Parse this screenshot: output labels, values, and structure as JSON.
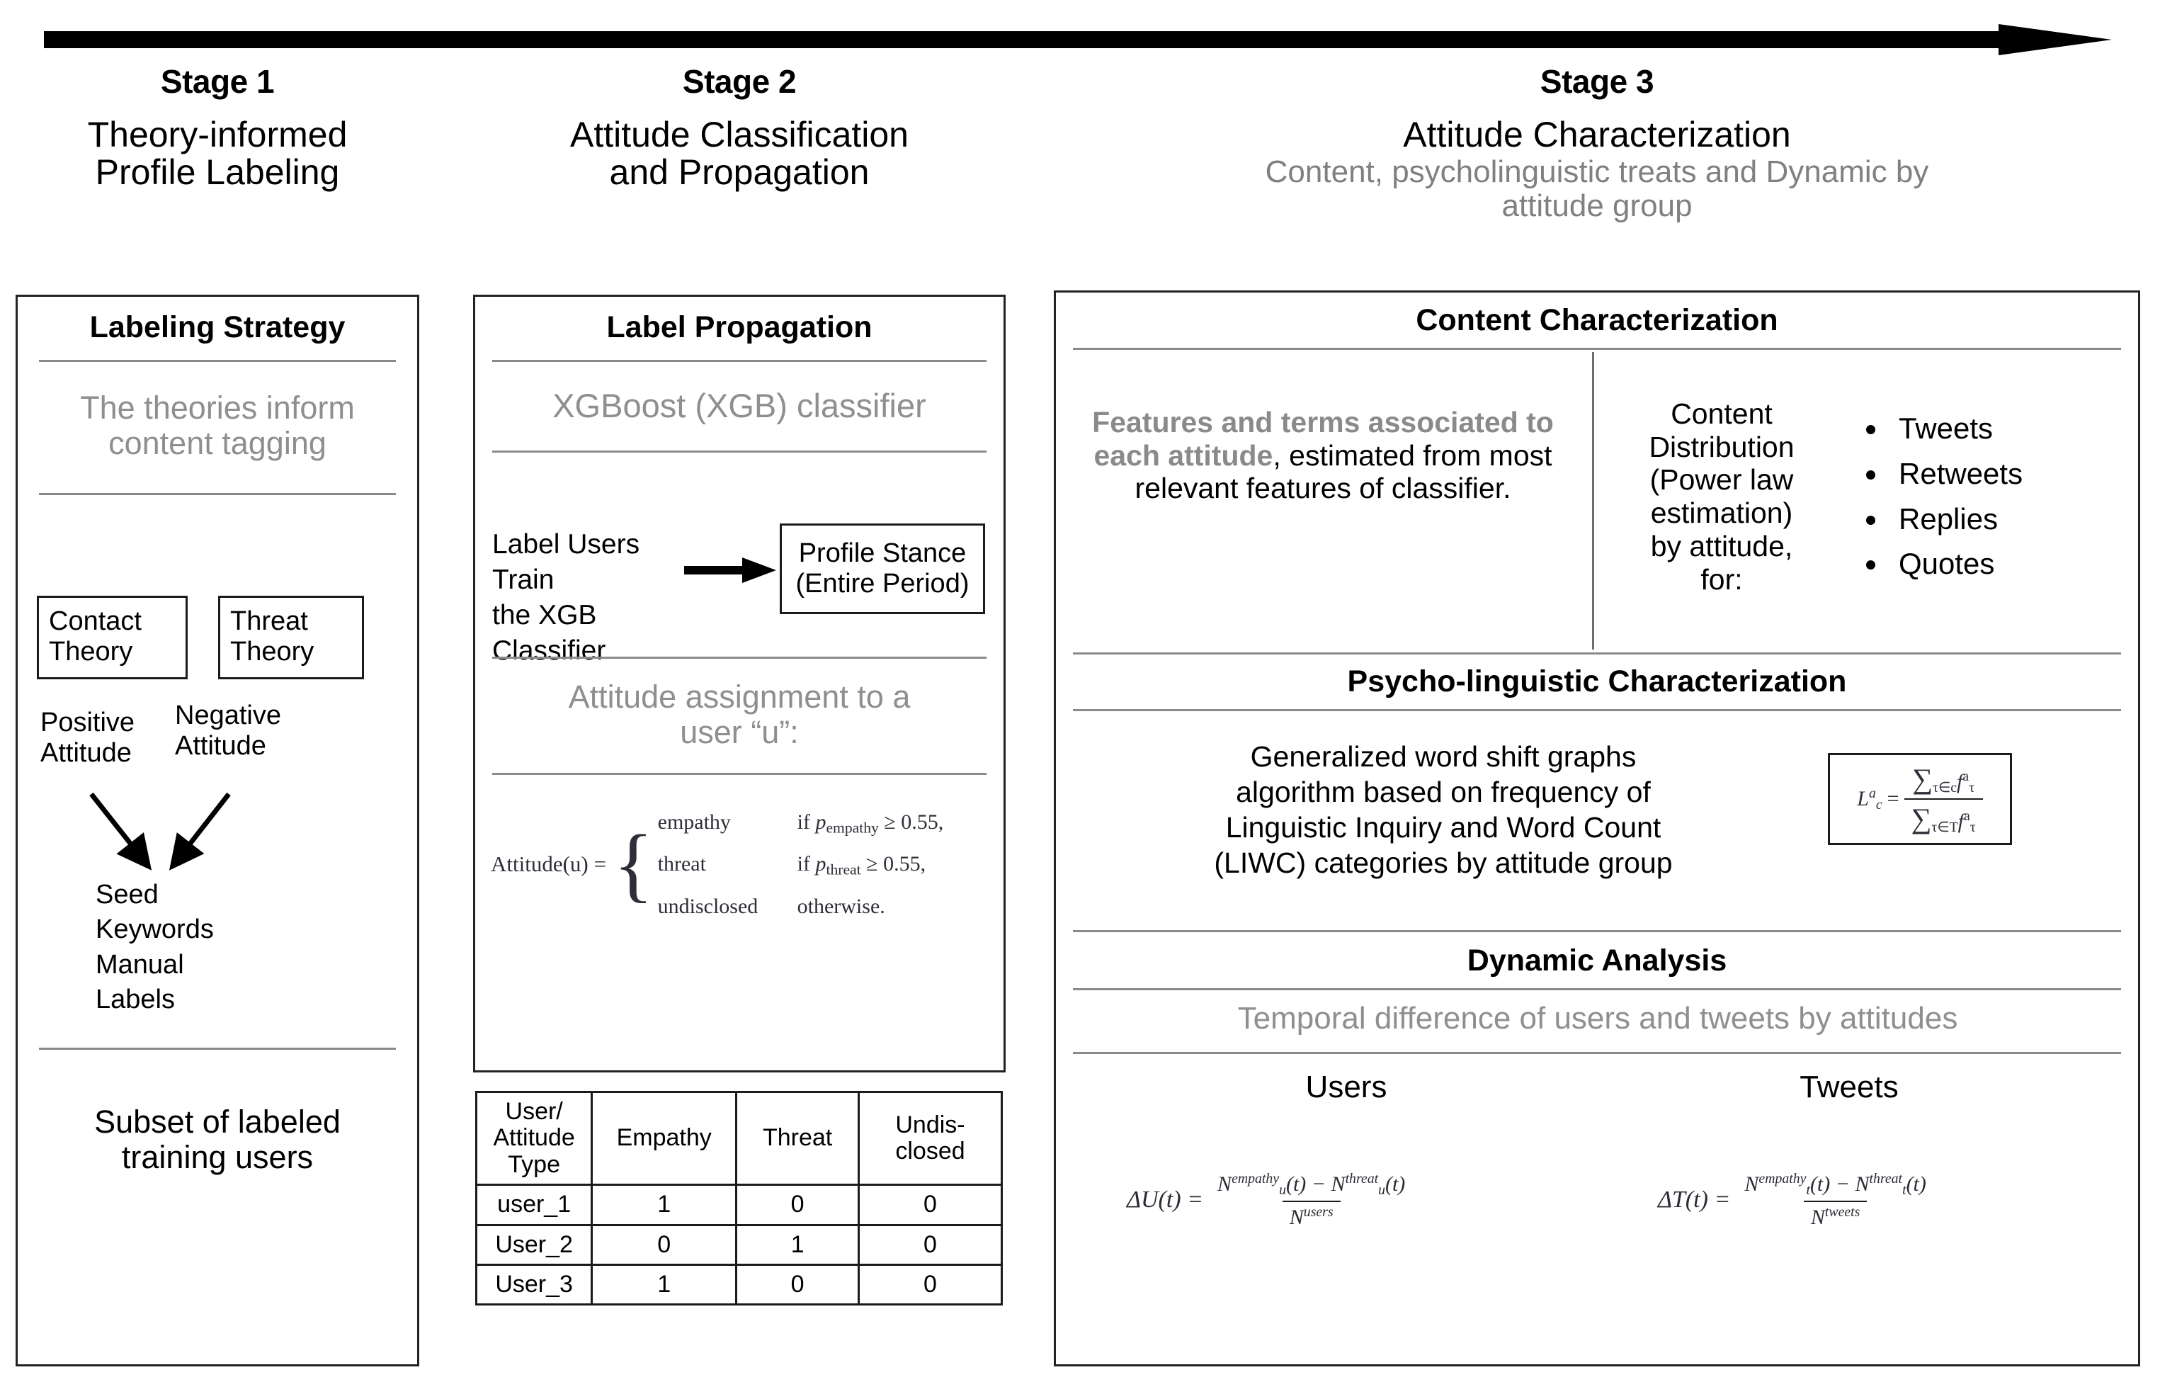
{
  "top_arrow": {
    "icon": "right-arrow-icon"
  },
  "stages": [
    {
      "number": "Stage 1",
      "title": "Theory-informed\nProfile Labeling",
      "title_line1": "Theory-informed",
      "title_line2": "Profile Labeling",
      "subtitle": ""
    },
    {
      "number": "Stage 2",
      "title_line1": "Attitude Classification",
      "title_line2": "and Propagation",
      "subtitle": ""
    },
    {
      "number": "Stage 3",
      "title_line1": "Attitude Characterization",
      "title_line2": "",
      "subtitle_line1": "Content, psycholinguistic treats and Dynamic by",
      "subtitle_line2": "attitude group"
    }
  ],
  "stage1": {
    "panel_title": "Labeling Strategy",
    "note_line1": "The theories inform",
    "note_line2": "content tagging",
    "theory_boxes": [
      {
        "line1": "Contact",
        "line2": "Theory"
      },
      {
        "line1": "Threat",
        "line2": "Theory"
      }
    ],
    "attitudes": [
      {
        "line1": "Positive",
        "line2": "Attitude"
      },
      {
        "line1": "Negative",
        "line2": "Attitude"
      }
    ],
    "seed_lines": [
      "Seed",
      "Keywords",
      "Manual",
      "Labels"
    ],
    "footer_line1": "Subset of labeled",
    "footer_line2": "training users"
  },
  "stage2": {
    "panel_title": "Label Propagation",
    "classifier": "XGBoost (XGB) classifier",
    "train_lines": [
      "Label Users",
      "Train",
      "the XGB",
      "Classifier"
    ],
    "stance_box_line1": "Profile Stance",
    "stance_box_line2": "(Entire Period)",
    "assignment_line1": "Attitude assignment to a",
    "assignment_line2": "user “u”:",
    "formula": {
      "lhs": "Attitude(u) =",
      "cases": [
        {
          "value": "empathy",
          "condition_prefix": "if ",
          "p": "p",
          "p_sub": "empathy",
          "condition_suffix": " ≥ 0.55,"
        },
        {
          "value": "threat",
          "condition_prefix": "if ",
          "p": "p",
          "p_sub": "threat",
          "condition_suffix": " ≥ 0.55,"
        },
        {
          "value": "undisclosed",
          "condition_prefix": "otherwise.",
          "p": "",
          "p_sub": "",
          "condition_suffix": ""
        }
      ]
    },
    "table": {
      "headers": [
        "User/\nAttitude\nType",
        "Empathy",
        "Threat",
        "Undis-\nclosed"
      ],
      "header_col0_lines": [
        "User/",
        "Attitude",
        "Type"
      ],
      "header_col3_lines": [
        "Undis-",
        "closed"
      ],
      "rows": [
        [
          "user_1",
          "1",
          "0",
          "0"
        ],
        [
          "User_2",
          "0",
          "1",
          "0"
        ],
        [
          "User_3",
          "1",
          "0",
          "0"
        ]
      ]
    }
  },
  "stage3": {
    "content": {
      "title": "Content Characterization",
      "left_bold": "Features and terms associated to each attitude",
      "left_rest": ", estimated from most relevant features of classifier.",
      "right_lines": [
        "Content",
        "Distribution",
        "(Power law",
        "estimation)",
        "by attitude,",
        "for:"
      ],
      "bullets": [
        "Tweets",
        "Retweets",
        "Replies",
        "Quotes"
      ]
    },
    "psycho": {
      "title": "Psycho-linguistic Characterization",
      "body_line1": "Generalized word shift graphs",
      "body_line2": "algorithm based on frequency of",
      "body_line3": "Linguistic Inquiry and Word Count",
      "body_line4": "(LIWC) categories by attitude group",
      "formula": {
        "lhs_base": "L",
        "lhs_sup": "a",
        "lhs_sub": "c",
        "eq": "=",
        "numerator": "∑",
        "num_sub": "τ∈c",
        "num_term": "f",
        "num_term_sup": "a",
        "num_term_sub": "τ",
        "denominator": "∑",
        "den_sub": "τ∈T",
        "den_term": "f",
        "den_term_sup": "a",
        "den_term_sub": "τ"
      }
    },
    "dynamic": {
      "title": "Dynamic Analysis",
      "subtitle": "Temporal difference of users and tweets by attitudes",
      "columns": [
        {
          "label": "Users",
          "formula": {
            "lhs": "ΔU(t) =",
            "num_a": "N",
            "num_a_sup": "empathy",
            "num_a_sub": "u",
            "num_a_arg": "(t)",
            "minus": "−",
            "num_b": "N",
            "num_b_sup": "threat",
            "num_b_sub": "u",
            "num_b_arg": "(t)",
            "den": "N",
            "den_sup": "users"
          }
        },
        {
          "label": "Tweets",
          "formula": {
            "lhs": "ΔT(t) =",
            "num_a": "N",
            "num_a_sup": "empathy",
            "num_a_sub": "t",
            "num_a_arg": "(t)",
            "minus": "−",
            "num_b": "N",
            "num_b_sup": "threat",
            "num_b_sub": "t",
            "num_b_arg": "(t)",
            "den": "N",
            "den_sup": "tweets"
          }
        }
      ]
    }
  },
  "colors": {
    "ink": "#000000",
    "muted": "#8f8f8f",
    "rule": "#8a8a8a",
    "border": "#1b1b1b"
  }
}
